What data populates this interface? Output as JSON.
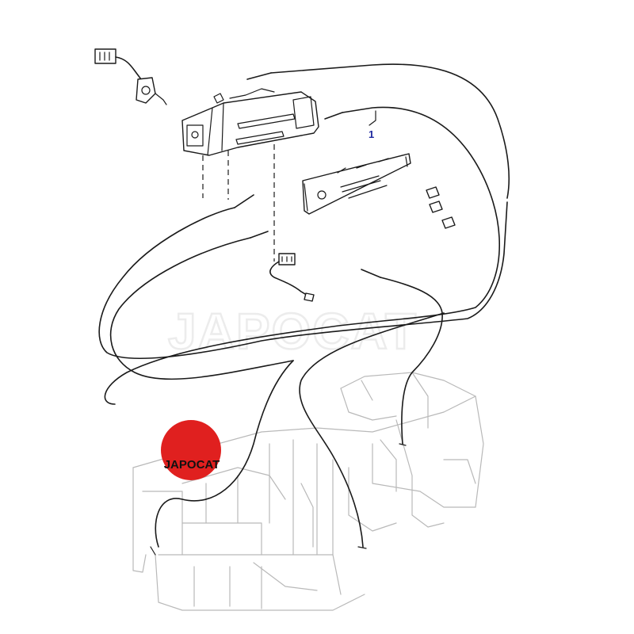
{
  "diagram": {
    "callouts": [
      {
        "label": "1"
      }
    ]
  },
  "watermark": {
    "text": "JAPOCAT"
  },
  "logo": {
    "text": "JAPOCAT",
    "badge_color": "#e0201f"
  },
  "colors": {
    "line": "#1a1a1a",
    "ghost": "#b9b9b9",
    "callout": "#1f2aa0"
  }
}
